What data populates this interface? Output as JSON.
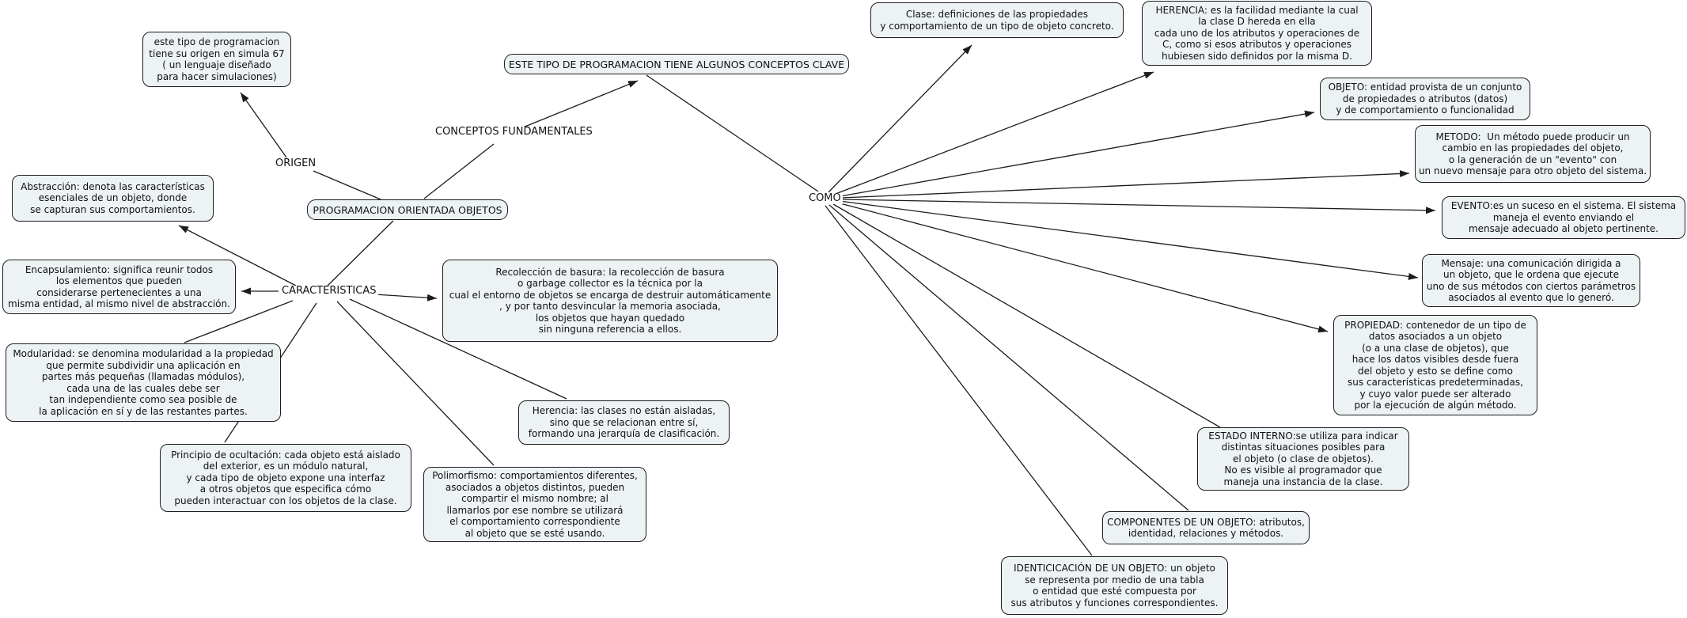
{
  "title": "Mapa conceptual: Programacion Orientada a Objetos",
  "colors": {
    "node_fill": "#edf3f4",
    "node_border": "#1c1c1c",
    "line": "#1c1c1c",
    "background": "#ffffff"
  },
  "labels": {
    "origen": "ORIGEN",
    "conceptos": "CONCEPTOS FUNDAMENTALES",
    "caracteristicas": "CARACTERISTICAS",
    "como": "COMO"
  },
  "nodes": {
    "poo": "PROGRAMACION ORIENTADA OBJETOS",
    "clave": "ESTE TIPO DE PROGRAMACION TIENE ALGUNOS CONCEPTOS CLAVE",
    "simula": "este tipo de programacion\ntiene su origen en simula 67\n( un lenguaje diseñado\npara hacer simulaciones)",
    "clase": "Clase: definiciones de las propiedades\ny comportamiento de un tipo de objeto concreto.",
    "herencia": "HERENCIA: es la facilidad mediante la cual\nla clase D hereda en ella\ncada uno de los atributos y operaciones de\nC, como si esos atributos y operaciones\nhubiesen sido definidos por la misma D.",
    "objeto": "OBJETO: entidad provista de un conjunto\nde propiedades o atributos (datos)\ny de comportamiento o funcionalidad",
    "metodo": "METODO:  Un método puede producir un\ncambio en las propiedades del objeto,\no la generación de un \"evento\" con\nun nuevo mensaje para otro objeto del sistema.",
    "evento": "EVENTO:es un suceso en el sistema. El sistema\nmaneja el evento enviando el\nmensaje adecuado al objeto pertinente.",
    "mensaje": "Mensaje: una comunicación dirigida a\nun objeto, que le ordena que ejecute\nuno de sus métodos con ciertos parámetros\nasociados al evento que lo generó.",
    "propiedad": "PROPIEDAD: contenedor de un tipo de\ndatos asociados a un objeto\n(o a una clase de objetos), que\nhace los datos visibles desde fuera\ndel objeto y esto se define como\nsus características predeterminadas,\ny cuyo valor puede ser alterado\npor la ejecución de algún método.",
    "estado_interno": "ESTADO INTERNO:se utiliza para indicar\ndistintas situaciones posibles para\nel objeto (o clase de objetos).\nNo es visible al programador que\nmaneja una instancia de la clase.",
    "componentes": "COMPONENTES DE UN OBJETO: atributos,\nidentidad, relaciones y métodos.",
    "identificacion": "IDENTICICACIÓN DE UN OBJETO: un objeto\nse representa por medio de una tabla\no entidad que esté compuesta por\nsus atributos y funciones correspondientes.",
    "abstraccion": "Abstracción: denota las características\nesenciales de un objeto, donde\nse capturan sus comportamientos.",
    "encapsulamiento": "Encapsulamiento: significa reunir todos\nlos elementos que pueden\nconsiderarse pertenecientes a una\nmisma entidad, al mismo nivel de abstracción.",
    "modularidad": "Modularidad: se denomina modularidad a la propiedad\nque permite subdividir una aplicación en\npartes más pequeñas (llamadas módulos),\ncada una de las cuales debe ser\ntan independiente como sea posible de\nla aplicación en sí y de las restantes partes.",
    "ocultacion": "Principio de ocultación: cada objeto está aislado\ndel exterior, es un módulo natural,\ny cada tipo de objeto expone una interfaz\na otros objetos que especifica cómo\npueden interactuar con los objetos de la clase.",
    "polimorfismo": "Polimorfismo: comportamientos diferentes,\nasociados a objetos distintos, pueden\ncompartir el mismo nombre; al\nllamarlos por ese nombre se utilizará\nel comportamiento correspondiente\nal objeto que se esté usando.",
    "recoleccion": "Recolección de basura: la recolección de basura\no garbage collector es la técnica por la\ncual el entorno de objetos se encarga de destruir automáticamente\n, y por tanto desvincular la memoria asociada,\nlos objetos que hayan quedado\nsin ninguna referencia a ellos.",
    "herencia_clases": "Herencia: las clases no están aisladas,\nsino que se relacionan entre sí,\nformando una jerarquía de clasificación."
  }
}
